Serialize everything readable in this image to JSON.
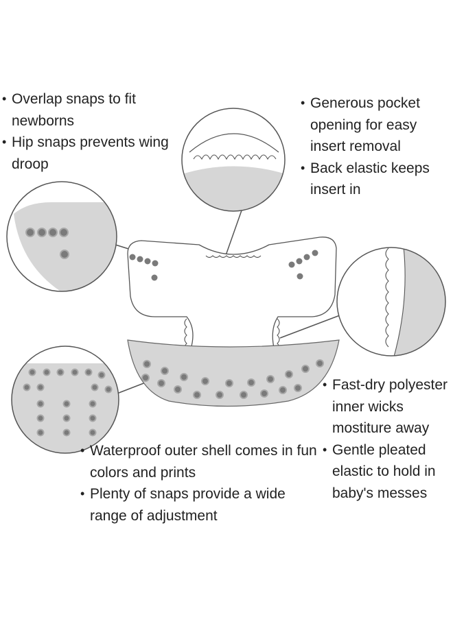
{
  "colors": {
    "outline": "#555555",
    "panel_fill": "#d6d6d6",
    "snap_fill": "#7a7a7a",
    "snap_ring": "#a8a8a8",
    "text": "#222222"
  },
  "callouts": {
    "top_left": [
      "Overlap snaps to fit newborns",
      "Hip snaps prevents wing droop"
    ],
    "top_right": [
      "Generous pocket opening for easy insert removal",
      "Back elastic keeps insert in"
    ],
    "right": [
      "Fast-dry polyester inner wicks mostiture away",
      "Gentle pleated elastic to hold in baby's messes"
    ],
    "bottom_center": [
      "Waterproof outer shell comes in fun colors and prints",
      "Plenty of snaps provide a wide range of adjustment"
    ]
  }
}
